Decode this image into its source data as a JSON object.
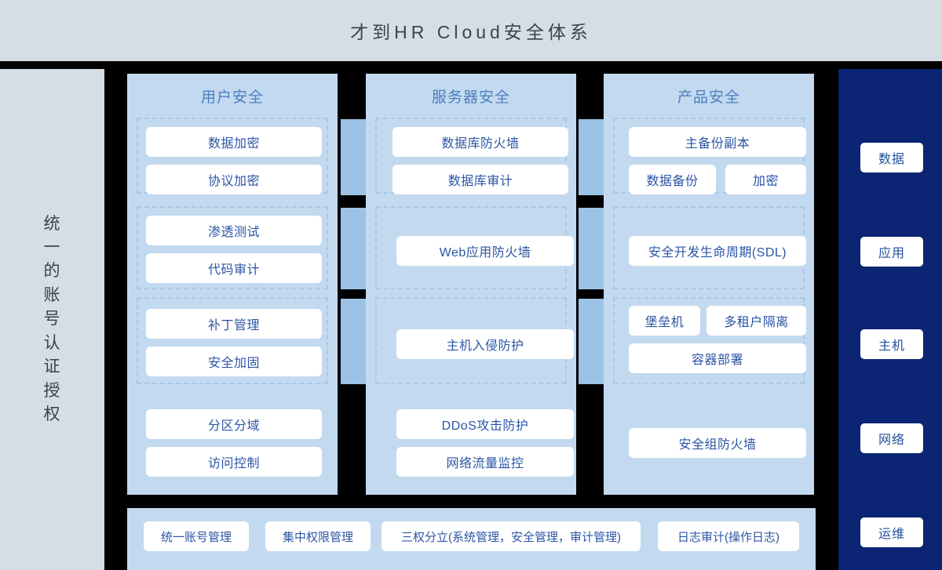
{
  "header": {
    "title": "才到HR Cloud安全体系"
  },
  "left_sidebar": {
    "label": "统一的账号认证授权"
  },
  "right_sidebar": {
    "background_color": "#0b2474",
    "items": [
      {
        "label": "数据"
      },
      {
        "label": "应用"
      },
      {
        "label": "主机"
      },
      {
        "label": "网络"
      },
      {
        "label": "运维"
      }
    ]
  },
  "columns": [
    {
      "header": "用户安全",
      "groups": [
        {
          "dashed": true,
          "rows": [
            {
              "items": [
                {
                  "label": "数据加密"
                }
              ]
            },
            {
              "items": [
                {
                  "label": "协议加密"
                }
              ]
            }
          ]
        },
        {
          "dashed": true,
          "rows": [
            {
              "items": [
                {
                  "label": "渗透测试"
                }
              ]
            },
            {
              "items": [
                {
                  "label": "代码审计"
                }
              ]
            }
          ]
        },
        {
          "dashed": true,
          "rows": [
            {
              "items": [
                {
                  "label": "补丁管理"
                }
              ]
            },
            {
              "items": [
                {
                  "label": "安全加固"
                }
              ]
            }
          ]
        },
        {
          "dashed": false,
          "rows": [
            {
              "items": [
                {
                  "label": "分区分域"
                }
              ]
            },
            {
              "items": [
                {
                  "label": "访问控制"
                }
              ]
            }
          ]
        }
      ]
    },
    {
      "header": "服务器安全",
      "groups": [
        {
          "dashed": true,
          "rows": [
            {
              "items": [
                {
                  "label": "数据库防火墙"
                }
              ]
            },
            {
              "items": [
                {
                  "label": "数据库审计"
                }
              ]
            }
          ]
        },
        {
          "dashed": true,
          "rows": [
            {
              "items": [
                {
                  "label": "Web应用防火墙"
                }
              ]
            }
          ]
        },
        {
          "dashed": true,
          "rows": [
            {
              "items": [
                {
                  "label": "主机入侵防护"
                }
              ]
            }
          ]
        },
        {
          "dashed": false,
          "rows": [
            {
              "items": [
                {
                  "label": "DDoS攻击防护"
                }
              ]
            },
            {
              "items": [
                {
                  "label": "网络流量监控"
                }
              ]
            }
          ]
        }
      ]
    },
    {
      "header": "产品安全",
      "groups": [
        {
          "dashed": true,
          "rows": [
            {
              "items": [
                {
                  "label": "主备份副本"
                }
              ]
            },
            {
              "items": [
                {
                  "label": "数据备份"
                },
                {
                  "label": "加密"
                }
              ]
            }
          ]
        },
        {
          "dashed": true,
          "rows": [
            {
              "items": [
                {
                  "label": "安全开发生命周期(SDL)"
                }
              ]
            }
          ]
        },
        {
          "dashed": true,
          "rows": [
            {
              "items": [
                {
                  "label": "堡垒机"
                },
                {
                  "label": "多租户隔离"
                }
              ]
            },
            {
              "items": [
                {
                  "label": "容器部署"
                }
              ]
            }
          ]
        },
        {
          "dashed": false,
          "rows": [
            {
              "items": [
                {
                  "label": "安全组防火墙"
                }
              ]
            }
          ]
        }
      ]
    }
  ],
  "bottom_bar": {
    "items": [
      {
        "label": "统一账号管理"
      },
      {
        "label": "集中权限管理"
      },
      {
        "label": "三权分立(系统管理，安全管理，审计管理)"
      },
      {
        "label": "日志审计(操作日志)"
      }
    ]
  },
  "colors": {
    "page_background": "#000000",
    "chrome": "#d6dde5",
    "panel": "#c3d9ef",
    "band": "#9cc3e6",
    "navy": "#0b2474",
    "box_text": "#2b55a5",
    "header_text": "#4c7fc0",
    "title_text": "#3b4250",
    "dash_border": "#a9c8e6"
  }
}
